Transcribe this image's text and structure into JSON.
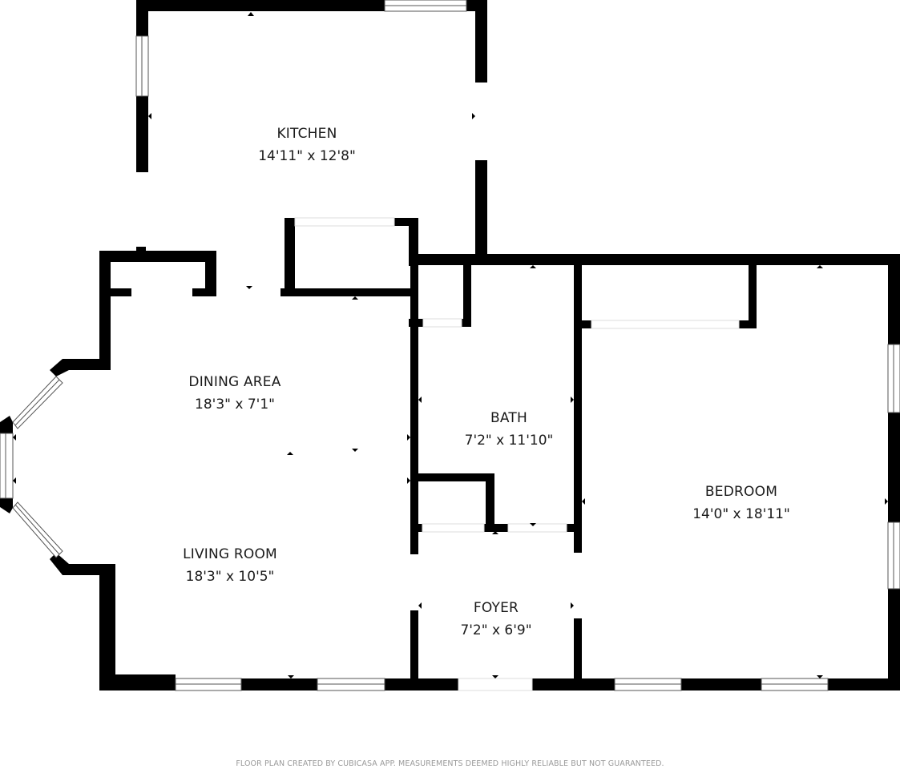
{
  "floor_plan": {
    "colors": {
      "wall": "#000000",
      "background": "#ffffff",
      "text": "#1a1a1a",
      "footer": "#9a9a9a",
      "window_frame": "#555555"
    },
    "rooms": [
      {
        "id": "kitchen",
        "name": "KITCHEN",
        "dimensions": "14'11\" x 12'8\""
      },
      {
        "id": "dining-area",
        "name": "DINING AREA",
        "dimensions": "18'3\" x 7'1\""
      },
      {
        "id": "living-room",
        "name": "LIVING ROOM",
        "dimensions": "18'3\" x 10'5\""
      },
      {
        "id": "bath",
        "name": "BATH",
        "dimensions": "7'2\" x 11'10\""
      },
      {
        "id": "foyer",
        "name": "FOYER",
        "dimensions": "7'2\" x 6'9\""
      },
      {
        "id": "bedroom",
        "name": "BEDROOM",
        "dimensions": "14'0\" x 18'11\""
      }
    ],
    "footer": "FLOOR PLAN CREATED BY CUBICASA APP. MEASUREMENTS DEEMED HIGHLY RELIABLE BUT NOT GUARANTEED."
  }
}
